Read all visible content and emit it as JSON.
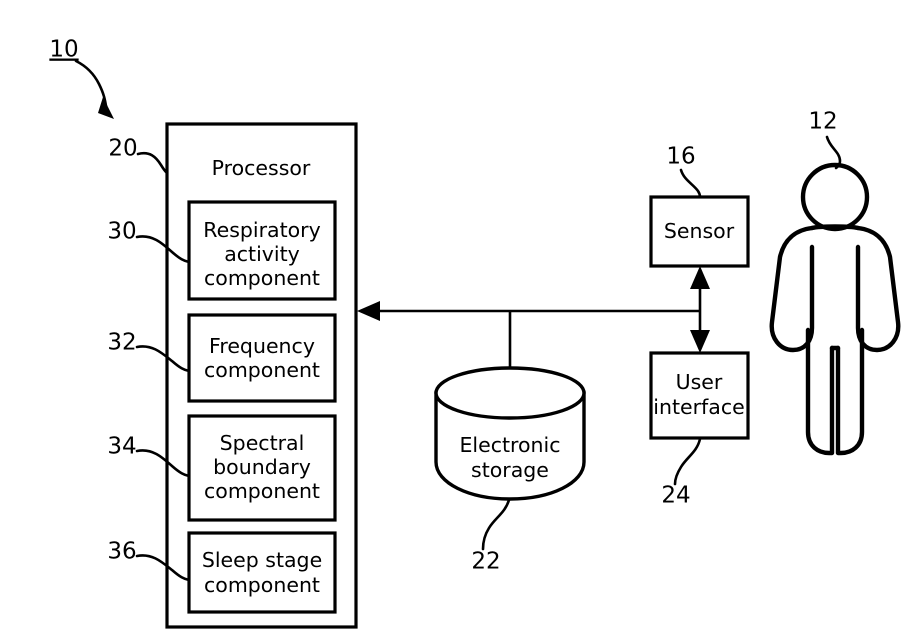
{
  "figure": {
    "title_ref": "10",
    "system_label": "10",
    "background_color": "#ffffff",
    "line_color": "#000000"
  },
  "processor": {
    "ref": "20",
    "title": "Processor",
    "components": [
      {
        "ref": "30",
        "label_lines": [
          "Respiratory",
          "activity",
          "component"
        ]
      },
      {
        "ref": "32",
        "label_lines": [
          "Frequency",
          "component"
        ]
      },
      {
        "ref": "34",
        "label_lines": [
          "Spectral",
          "boundary",
          "component"
        ]
      },
      {
        "ref": "36",
        "label_lines": [
          "Sleep stage",
          "component"
        ]
      }
    ]
  },
  "storage": {
    "ref": "22",
    "label_lines": [
      "Electronic",
      "storage"
    ],
    "shape": "cylinder-icon"
  },
  "sensor": {
    "ref": "16",
    "label": "Sensor"
  },
  "user_interface": {
    "ref": "24",
    "label_lines": [
      "User",
      "interface"
    ]
  },
  "subject": {
    "ref": "12",
    "shape": "person-icon"
  }
}
